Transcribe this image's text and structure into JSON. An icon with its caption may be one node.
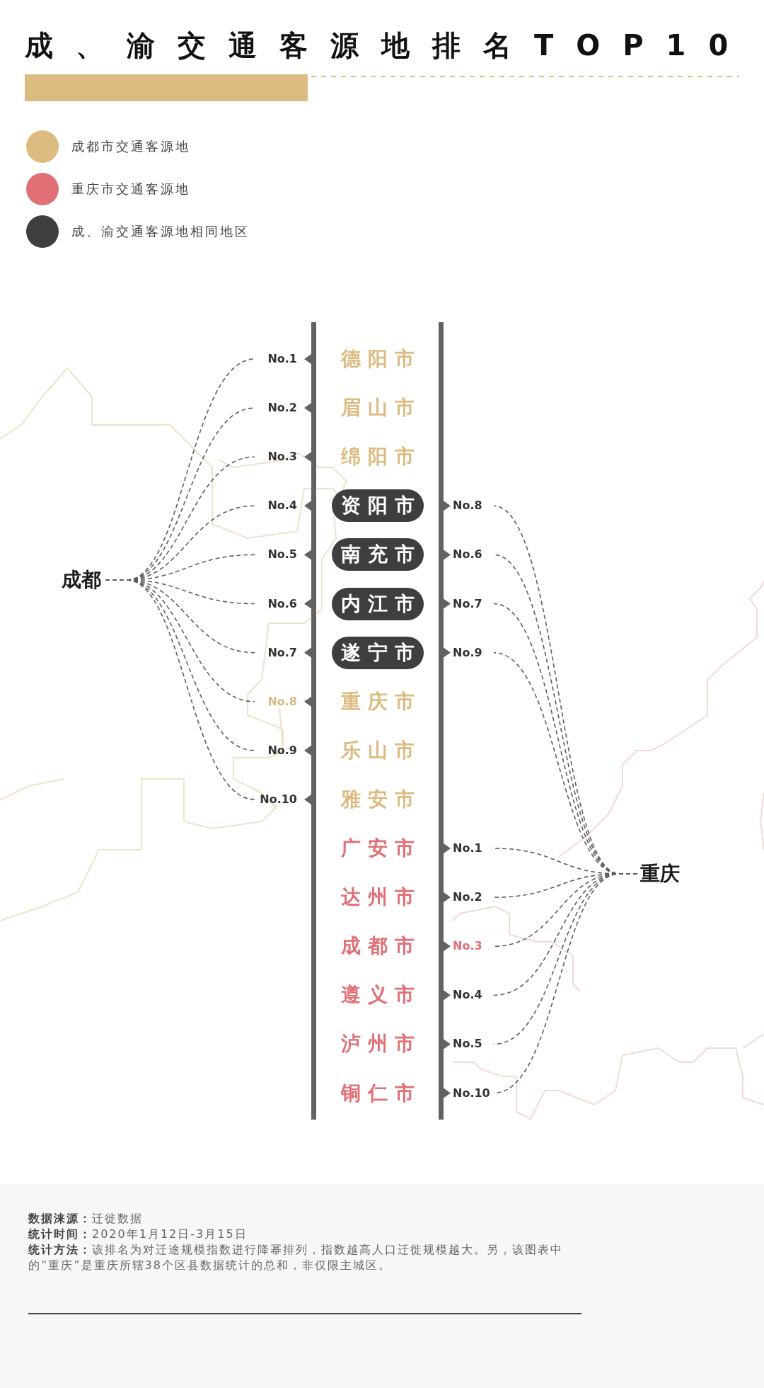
{
  "diagram": {
    "title": "成、渝交通客源地排名TOP10",
    "nodes": [
      {
        "text": [
          "成都"
        ]
      },
      {
        "text": [
          "No.1"
        ]
      },
      {
        "text": [
          "No.2"
        ]
      },
      {
        "text": [
          "No.3"
        ]
      },
      {
        "text": [
          "No.4"
        ]
      },
      {
        "text": [
          "No.5"
        ]
      },
      {
        "text": [
          "No.6"
        ]
      },
      {
        "text": [
          "No.7"
        ]
      },
      {
        "text": [
          "No.8"
        ]
      },
      {
        "text": [
          "No.9"
        ]
      },
      {
        "text": [
          "No.10"
        ]
      },
      {
        "text": [
          "德阳市"
        ]
      },
      {
        "text": [
          "眉山市"
        ]
      },
      {
        "text": [
          "绵阳市"
        ]
      },
      {
        "text": [
          "资阳市"
        ]
      },
      {
        "text": [
          "南充市"
        ]
      },
      {
        "text": [
          "内江市"
        ]
      },
      {
        "text": [
          "遂宁市"
        ]
      },
      {
        "text": [
          "重庆市"
        ]
      },
      {
        "text": [
          "乐山市"
        ]
      },
      {
        "text": [
          "雅安市"
        ]
      },
      {
        "text": [
          "广安市"
        ]
      },
      {
        "text": [
          "达州市"
        ]
      },
      {
        "text": [
          "成都市"
        ]
      },
      {
        "text": [
          "遵义市"
        ]
      },
      {
        "text": [
          "泸州市"
        ]
      },
      {
        "text": [
          "铜仁市"
        ]
      },
      {
        "text": [
          "No.8"
        ]
      },
      {
        "text": [
          "No.6"
        ]
      },
      {
        "text": [
          "No.7"
        ]
      },
      {
        "text": [
          "No.9"
        ]
      },
      {
        "text": [
          "No.1"
        ]
      },
      {
        "text": [
          "No.2"
        ]
      },
      {
        "text": [
          "No.3"
        ]
      },
      {
        "text": [
          "No.4"
        ]
      },
      {
        "text": [
          "No.5"
        ]
      },
      {
        "text": [
          "No.10"
        ]
      },
      {
        "text": [
          "重庆"
        ]
      }
    ],
    "edges": [
      {
        "from": 0,
        "to": 1,
        "arrow": "none",
        "style": "dashed"
      },
      {
        "from": 0,
        "to": 2,
        "arrow": "none",
        "style": "dashed"
      },
      {
        "from": 0,
        "to": 3,
        "arrow": "none",
        "style": "dashed"
      },
      {
        "from": 0,
        "to": 4,
        "arrow": "none",
        "style": "dashed"
      },
      {
        "from": 0,
        "to": 5,
        "arrow": "none",
        "style": "dashed"
      },
      {
        "from": 0,
        "to": 6,
        "arrow": "none",
        "style": "dashed"
      },
      {
        "from": 0,
        "to": 7,
        "arrow": "none",
        "style": "dashed"
      },
      {
        "from": 0,
        "to": 8,
        "arrow": "none",
        "style": "dashed"
      },
      {
        "from": 0,
        "to": 9,
        "arrow": "none",
        "style": "dashed"
      },
      {
        "from": 0,
        "to": 10,
        "arrow": "none",
        "style": "dashed"
      },
      {
        "from": 37,
        "to": 27,
        "arrow": "none",
        "style": "dashed"
      },
      {
        "from": 37,
        "to": 28,
        "arrow": "none",
        "style": "dashed"
      },
      {
        "from": 37,
        "to": 29,
        "arrow": "none",
        "style": "dashed"
      },
      {
        "from": 37,
        "to": 30,
        "arrow": "none",
        "style": "dashed"
      },
      {
        "from": 37,
        "to": 31,
        "arrow": "none",
        "style": "dashed"
      },
      {
        "from": 37,
        "to": 32,
        "arrow": "none",
        "style": "dashed"
      },
      {
        "from": 37,
        "to": 33,
        "arrow": "none",
        "style": "dashed"
      },
      {
        "from": 37,
        "to": 34,
        "arrow": "none",
        "style": "dashed"
      },
      {
        "from": 37,
        "to": 35,
        "arrow": "none",
        "style": "dashed"
      },
      {
        "from": 37,
        "to": 36,
        "arrow": "none",
        "style": "dashed"
      }
    ],
    "labels": [
      "**数据涞源：**迁徙数据",
      "**统计时间：**2020年1月12日-3月15日",
      "**统计方法：**该排名为对迁途规模指数进行降幂排列，指数越高人口迁徙规模越大。另，该图表中的“重庆”是重庆所辖38个区县数据统计的总和，非仅限主城区。"
    ],
    "legend": [
      {
        "text": "成都市交通客源地",
        "color": "#dbbb80"
      },
      {
        "text": "重庆市交通客源地",
        "color": "#e07075"
      },
      {
        "text": "成、渝交通客源地相同地区",
        "color": "#3e3e40"
      }
    ]
  }
}
